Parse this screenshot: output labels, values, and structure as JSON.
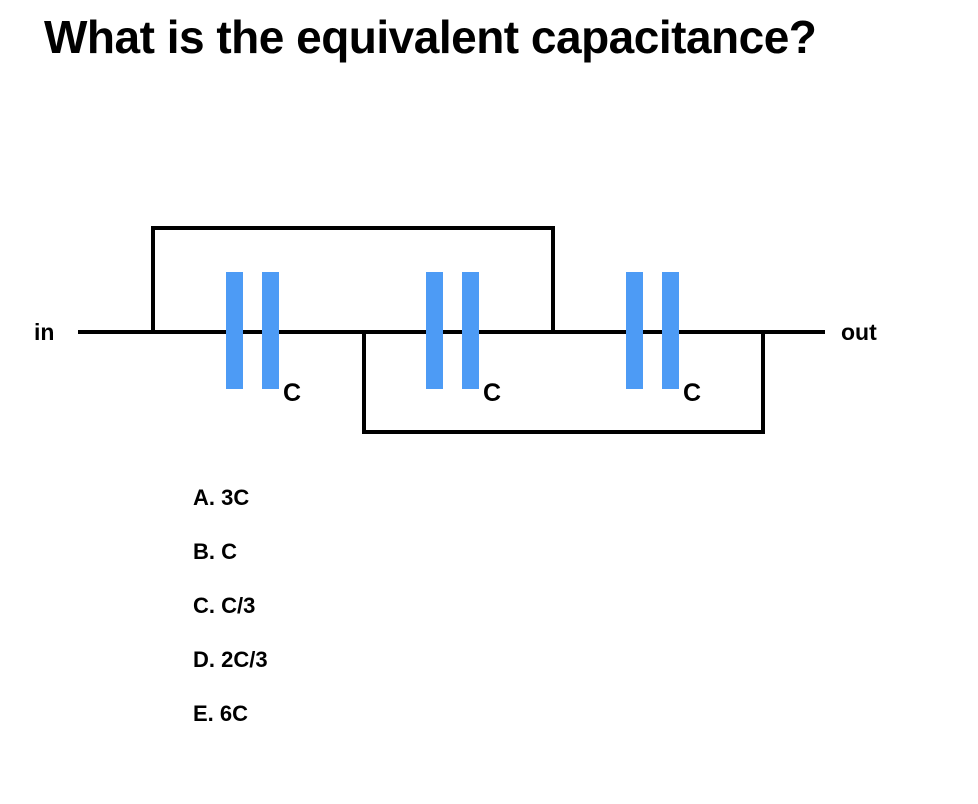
{
  "slide": {
    "background_color": "#ffffff",
    "title": "What is the equivalent capacitance?"
  },
  "circuit": {
    "input_label": "in",
    "output_label": "out",
    "wire_color": "#000000",
    "capacitor_color": "#4d9bf5",
    "capacitors": [
      {
        "id": "c1",
        "label": "C"
      },
      {
        "id": "c2",
        "label": "C"
      },
      {
        "id": "c3",
        "label": "C"
      }
    ]
  },
  "answers": {
    "options": [
      {
        "key": "A",
        "text": "A. 3C"
      },
      {
        "key": "B",
        "text": "B. C"
      },
      {
        "key": "C",
        "text": "C. C/3"
      },
      {
        "key": "D",
        "text": "D. 2C/3"
      },
      {
        "key": "E",
        "text": "E. 6C"
      }
    ]
  }
}
